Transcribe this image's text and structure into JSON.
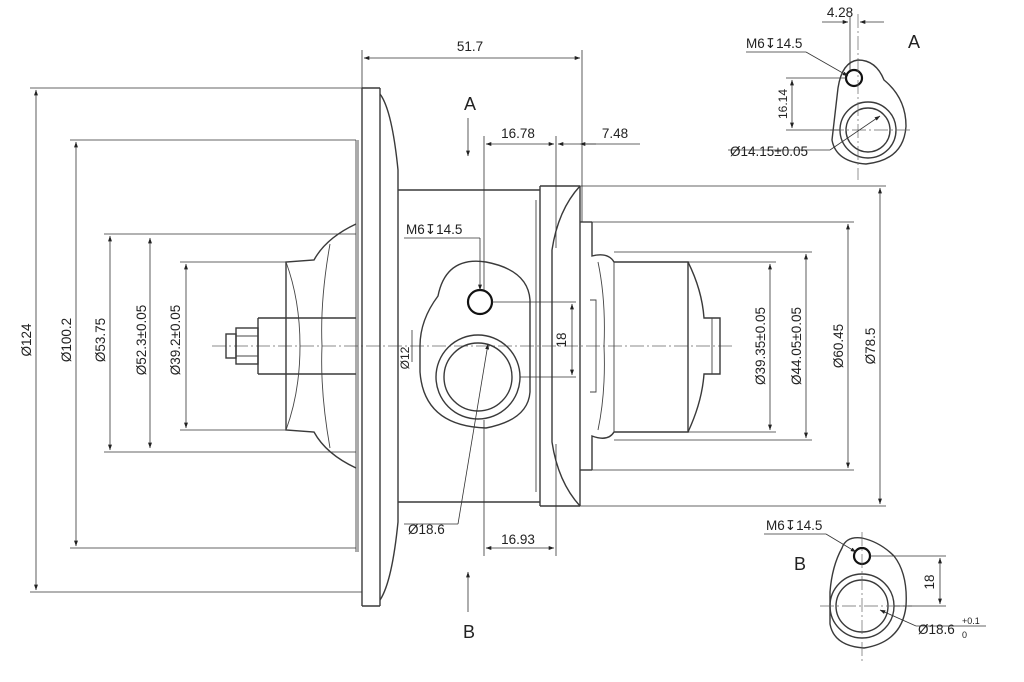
{
  "views": {
    "A": "A",
    "B": "B"
  },
  "dimensions": {
    "d124": "Ø124",
    "d100_2": "Ø100.2",
    "d53_75": "Ø53.75",
    "d52_3": "Ø52.3±0.05",
    "d39_2": "Ø39.2±0.05",
    "len_51_7": "51.7",
    "len_16_78": "16.78",
    "len_7_48": "7.48",
    "len_16_93": "16.93",
    "len_18": "18",
    "d12": "Ø12",
    "d18_6": "Ø18.6",
    "d39_35": "Ø39.35±0.05",
    "d44_05": "Ø44.05±0.05",
    "d60_45": "Ø60.45",
    "d78_5": "Ø78.5",
    "thread_main": "M6↧14.5"
  },
  "detail_a": {
    "offset": "4.28",
    "thread": "M6↧14.5",
    "spacing": "16.14",
    "bore": "Ø14.15±0.05"
  },
  "detail_b": {
    "thread": "M6↧14.5",
    "spacing": "18",
    "bore": "Ø18.6",
    "tol_upper": "+0.1",
    "tol_lower": "0"
  }
}
